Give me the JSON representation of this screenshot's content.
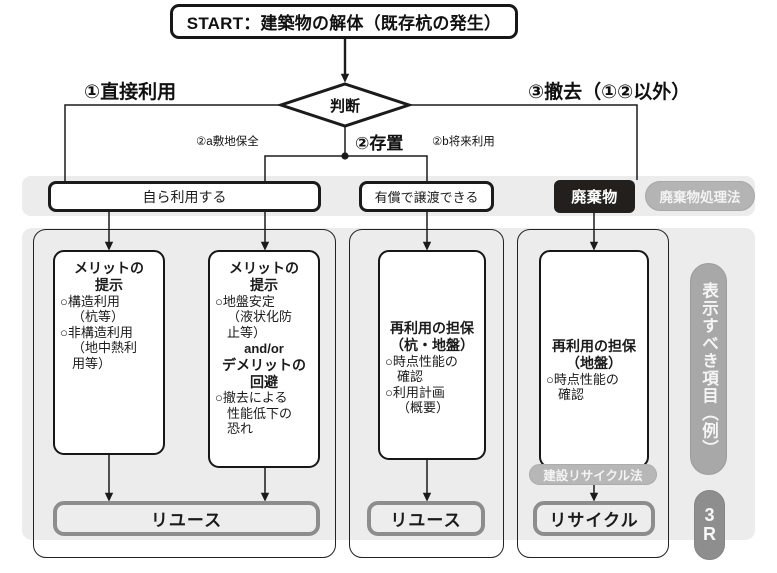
{
  "start": {
    "label": "START：建築物の解体（既存杭の発生）"
  },
  "decision": {
    "label": "判断"
  },
  "branches": {
    "left_big": "①直接利用",
    "right_big": "③撤去（①②以外）",
    "mid_big": "②存置",
    "left_small": "②a敷地保全",
    "right_small": "②b将来利用"
  },
  "choices": {
    "self_use": "自ら利用する",
    "paid_transfer": "有償で譲渡できる",
    "waste": "廃棄物",
    "waste_law": "廃棄物処理法"
  },
  "cards": [
    {
      "name": "merit-structural",
      "heading1": "メリットの",
      "heading2": "提示",
      "lines": [
        "○構造利用",
        "（杭等）",
        "○非構造利用",
        "（地中熱利",
        "用等）"
      ]
    },
    {
      "name": "merit-ground",
      "heading1": "メリットの",
      "heading2": "提示",
      "lines": [
        "○地盤安定",
        "（液状化防",
        "止等）"
      ],
      "connector": "and/or",
      "heading3": "デメリットの",
      "heading4": "回避",
      "lines2": [
        "○撤去による",
        "性能低下の",
        "恐れ"
      ]
    },
    {
      "name": "reuse-guarantee-pile-ground",
      "heading1": "再利用の担保",
      "heading2": "（杭・地盤）",
      "lines": [
        "○時点性能の",
        "確認",
        "○利用計画",
        "（概要）"
      ]
    },
    {
      "name": "reuse-guarantee-ground",
      "heading1": "再利用の担保",
      "heading2": "（地盤）",
      "lines": [
        "○時点性能の",
        "確認"
      ]
    }
  ],
  "recycle_law": "建設リサイクル法",
  "results": {
    "reuse_left": "リユース",
    "reuse_mid": "リユース",
    "recycle_right": "リサイクル"
  },
  "side": {
    "display_items": "表示すべき項目（例）",
    "three_r_top": "3",
    "three_r_bottom": "R"
  },
  "colors": {
    "ink": "#171717",
    "waste_badge_bg": "#231f1c",
    "pill_gray": "#b4b4b4",
    "panel_gray": "#ececec",
    "result_border": "#8d8d8d"
  }
}
